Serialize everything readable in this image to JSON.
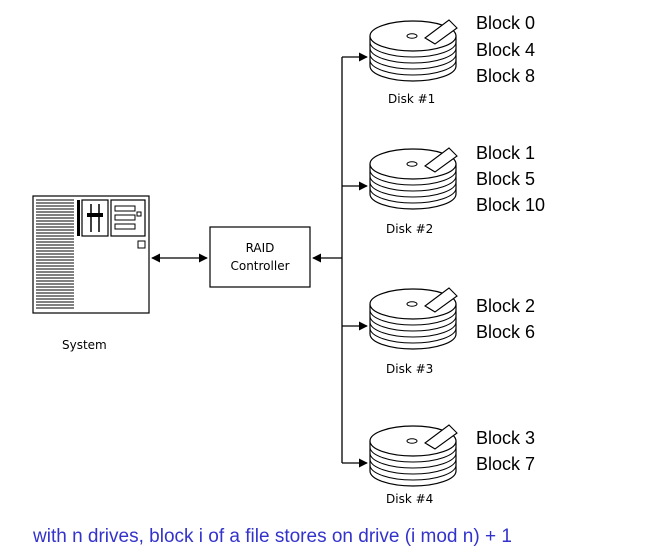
{
  "system": {
    "label": "System"
  },
  "controller": {
    "line1": "RAID",
    "line2": "Controller"
  },
  "disks": [
    {
      "label": "Disk #1",
      "blocks": [
        "Block 0",
        "Block 4",
        "Block 8"
      ]
    },
    {
      "label": "Disk #2",
      "blocks": [
        "Block 1",
        "Block 5",
        "Block 10"
      ]
    },
    {
      "label": "Disk #3",
      "blocks": [
        "Block 2",
        "Block 6"
      ]
    },
    {
      "label": "Disk #4",
      "blocks": [
        "Block 3",
        "Block 7"
      ]
    }
  ],
  "caption": "with n drives, block i of a file stores on drive (i mod n) + 1",
  "colors": {
    "caption": "#3333cc",
    "lines": "#000000",
    "background": "#ffffff"
  }
}
